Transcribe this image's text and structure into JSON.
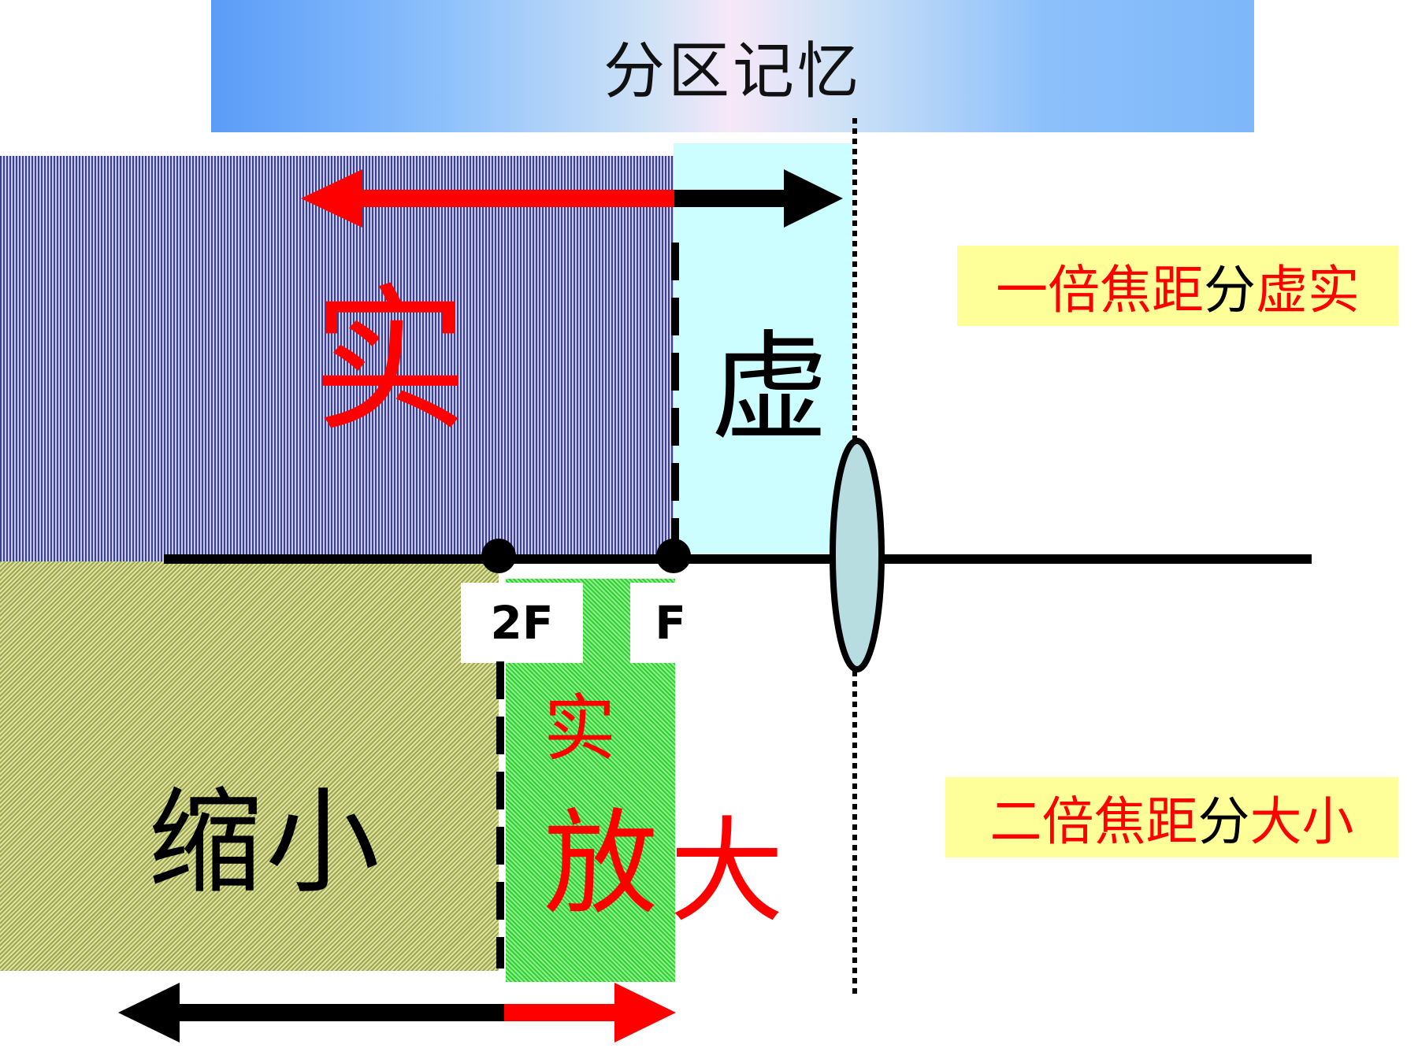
{
  "title": "分区记忆",
  "regions": {
    "real": "实",
    "virtual": "虚",
    "shrink": "缩小",
    "magnify_real": "实",
    "magnify_1": "放",
    "magnify_2": "大"
  },
  "points": {
    "two_f": "2F",
    "f": "F"
  },
  "notes": {
    "focal_one": {
      "part1": "一倍焦距",
      "part2": "分",
      "part3": "虚实"
    },
    "focal_two": {
      "part1": "二倍焦距",
      "part2": "分",
      "part3": "大小"
    }
  },
  "colors": {
    "red": "#ff0000",
    "black": "#000000",
    "lens": "#b8dde0",
    "note_bg": "#ffff99",
    "virtual_bg": "#ccfdff"
  },
  "icons": {
    "lens": "convex-lens-icon"
  }
}
